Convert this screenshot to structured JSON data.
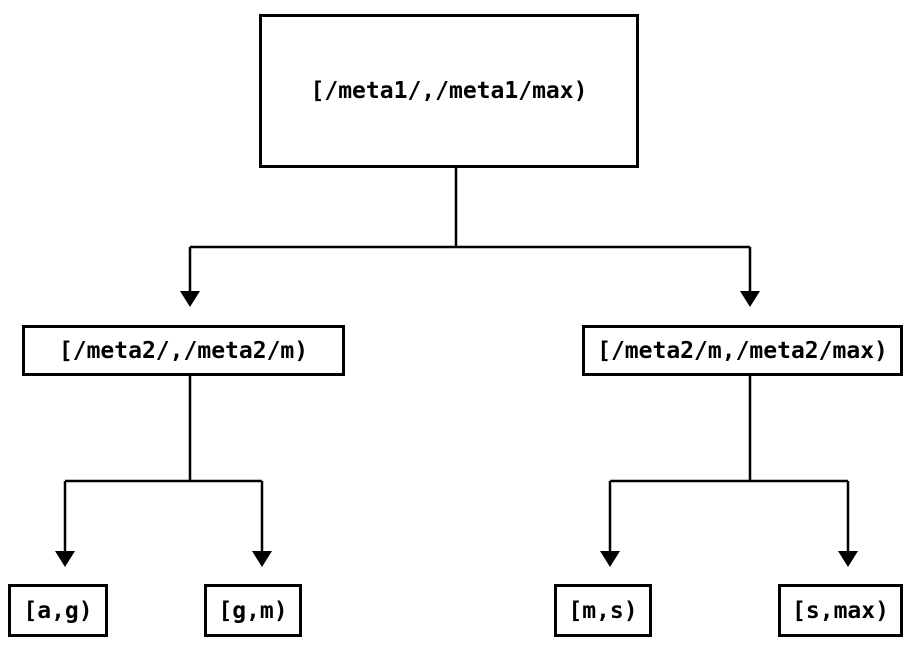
{
  "colors": {
    "background": "#ffffff",
    "line": "#000000",
    "text": "#000000"
  },
  "tree": {
    "root": {
      "label": "[/meta1/,/meta1/max)"
    },
    "level2": [
      {
        "id": "meta2-left",
        "label": "[/meta2/,/meta2/m)"
      },
      {
        "id": "meta2-right",
        "label": "[/meta2/m,/meta2/max)"
      }
    ],
    "leaves": [
      {
        "id": "leaf-a-g",
        "label": "[a,g)"
      },
      {
        "id": "leaf-g-m",
        "label": "[g,m)"
      },
      {
        "id": "leaf-m-s",
        "label": "[m,s)"
      },
      {
        "id": "leaf-s-max",
        "label": "[s,max)"
      }
    ]
  }
}
